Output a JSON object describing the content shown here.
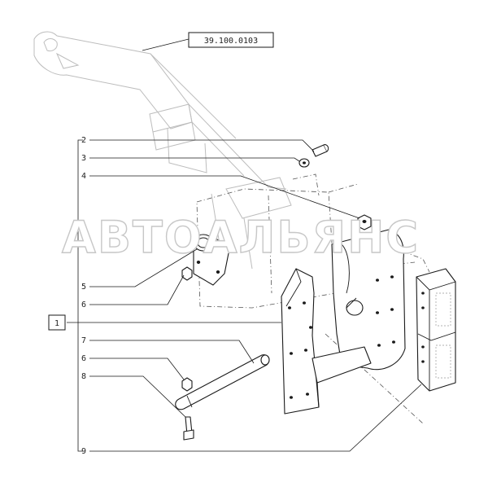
{
  "reference_label": "39.100.0103",
  "assembly_label": "1",
  "watermark": "АВТОАЛЬЯНС",
  "callouts": [
    {
      "id": "c2",
      "label": "2"
    },
    {
      "id": "c3",
      "label": "3"
    },
    {
      "id": "c4",
      "label": "4"
    },
    {
      "id": "c5",
      "label": "5"
    },
    {
      "id": "c6a",
      "label": "6"
    },
    {
      "id": "c7",
      "label": "7"
    },
    {
      "id": "c6b",
      "label": "6"
    },
    {
      "id": "c8",
      "label": "8"
    },
    {
      "id": "c9",
      "label": "9"
    }
  ],
  "colors": {
    "line": "#1a1a1a",
    "ghost": "#bdbdbd",
    "watermark_outline": "#c7c7c7"
  }
}
